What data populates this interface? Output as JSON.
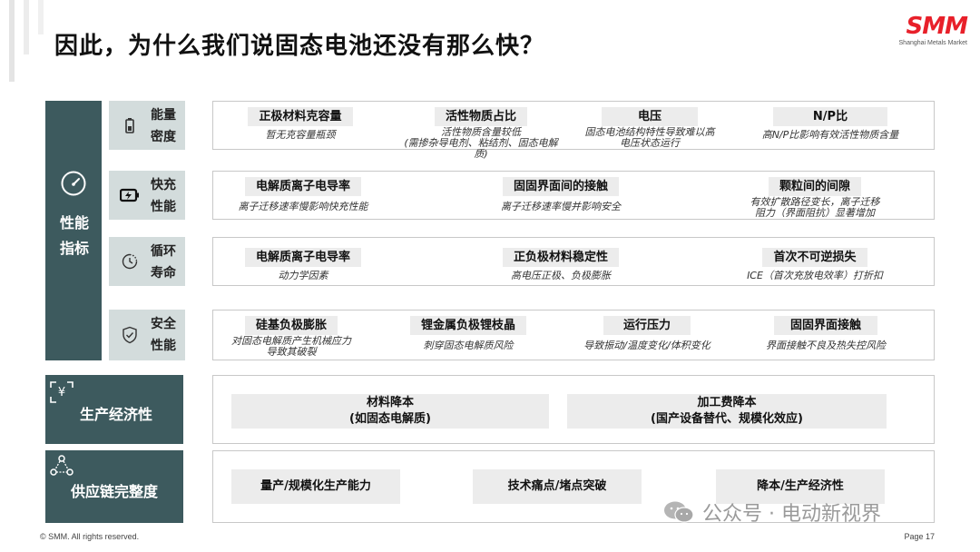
{
  "page": {
    "title": "因此，为什么我们说固态电池还没有那么快？",
    "footer_copyright": "© SMM. All rights reserved.",
    "page_number": "Page 17",
    "watermark": "公众号 · 电动新视界"
  },
  "logo": {
    "mark": "SMM",
    "subtitle": "Shanghai Metals Market"
  },
  "categories": {
    "performance": {
      "label_line1": "性能",
      "label_line2": "指标"
    },
    "economics": {
      "label": "生产经济性"
    },
    "supply": {
      "label": "供应链完整度"
    }
  },
  "rows": [
    {
      "sub_line1": "能量",
      "sub_line2": "密度",
      "icon": "battery-icon",
      "items": [
        {
          "title": "正极材料克容量",
          "desc": "暂无克容量瓶颈"
        },
        {
          "title": "活性物质占比",
          "desc": "活性物质含量较低\n(需掺杂导电剂、粘结剂、固态电解质)"
        },
        {
          "title": "电压",
          "desc": "固态电池结构特性导致难以高\n电压状态运行"
        },
        {
          "title": "N/P比",
          "desc": "高N/P比影响有效活性物质含量"
        }
      ]
    },
    {
      "sub_line1": "快充",
      "sub_line2": "性能",
      "icon": "fast-charge-battery-icon",
      "items": [
        {
          "title": "电解质离子电导率",
          "desc": "离子迁移速率慢影响快充性能"
        },
        {
          "title": "固固界面间的接触",
          "desc": "离子迁移速率慢并影响安全"
        },
        {
          "title": "颗粒间的间隙",
          "desc": "有效扩散路径变长，离子迁移\n阻力（界面阻抗）显著增加"
        }
      ]
    },
    {
      "sub_line1": "循环",
      "sub_line2": "寿命",
      "icon": "cycle-clock-icon",
      "items": [
        {
          "title": "电解质离子电导率",
          "desc": "动力学因素"
        },
        {
          "title": "正负极材料稳定性",
          "desc": "高电压正极、负极膨胀"
        },
        {
          "title": "首次不可逆损失",
          "desc": "ICE（首次充放电效率）打折扣"
        }
      ]
    },
    {
      "sub_line1": "安全",
      "sub_line2": "性能",
      "icon": "shield-check-icon",
      "items": [
        {
          "title": "硅基负极膨胀",
          "desc": "对固态电解质产生机械应力\n导致其破裂"
        },
        {
          "title": "锂金属负极锂枝晶",
          "desc": "刺穿固态电解质风险"
        },
        {
          "title": "运行压力",
          "desc": "导致振动/温度变化/体积变化"
        },
        {
          "title": "固固界面接触",
          "desc": "界面接触不良及热失控风险"
        }
      ]
    }
  ],
  "economics_items": [
    {
      "line1": "材料降本",
      "line2": "(如固态电解质)"
    },
    {
      "line1": "加工费降本",
      "line2": "(国产设备替代、规模化效应)"
    }
  ],
  "supply_items": [
    {
      "label": "量产/规模化生产能力"
    },
    {
      "label": "技术痛点/堵点突破"
    },
    {
      "label": "降本/生产经济性"
    }
  ],
  "colors": {
    "dark_teal": "#3d5a5e",
    "light_teal": "#d3dcdc",
    "item_bg": "#ececec",
    "logo_red": "#e8202a"
  }
}
